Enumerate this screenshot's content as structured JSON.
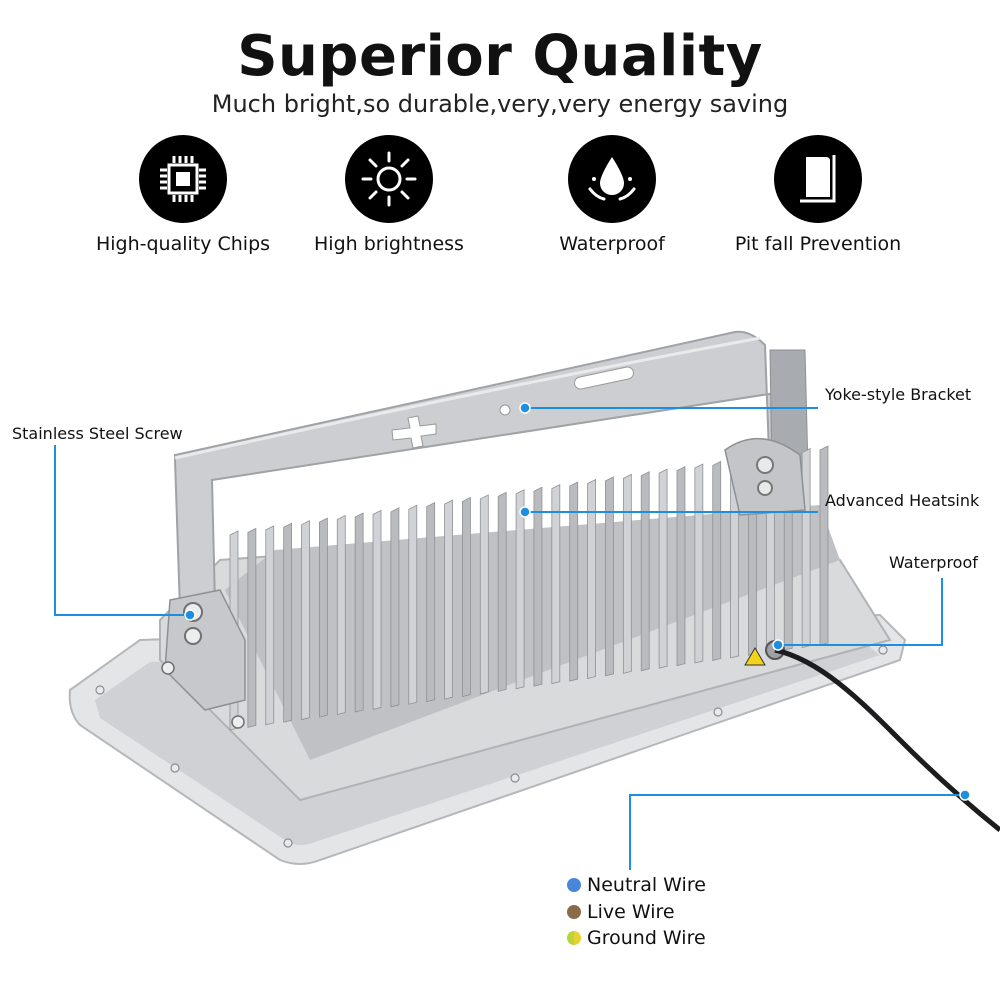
{
  "header": {
    "title": "Superior Quality",
    "subtitle": "Much bright,so durable,very,very energy saving"
  },
  "features": [
    {
      "label": "High-quality Chips",
      "icon": "chip-icon"
    },
    {
      "label": "High brightness",
      "icon": "sun-icon"
    },
    {
      "label": "Waterproof",
      "icon": "water-drop-icon"
    },
    {
      "label": "Pit fall Prevention",
      "icon": "fall-prevention-icon"
    }
  ],
  "callouts": {
    "yoke": "Yoke-style Bracket",
    "screw": "Stainless Steel Screw",
    "heatsink": "Advanced Heatsink",
    "waterproof": "Waterproof"
  },
  "legend": [
    {
      "label": "Neutral Wire",
      "color": "#4a86d8"
    },
    {
      "label": "Live Wire",
      "color": "#8b6a4a"
    },
    {
      "label": "Ground Wire",
      "color": "#b7d43a"
    }
  ],
  "colors": {
    "accent": "#1e8fe0",
    "body": "#d9dadc",
    "fins": "#c4c6c9"
  }
}
